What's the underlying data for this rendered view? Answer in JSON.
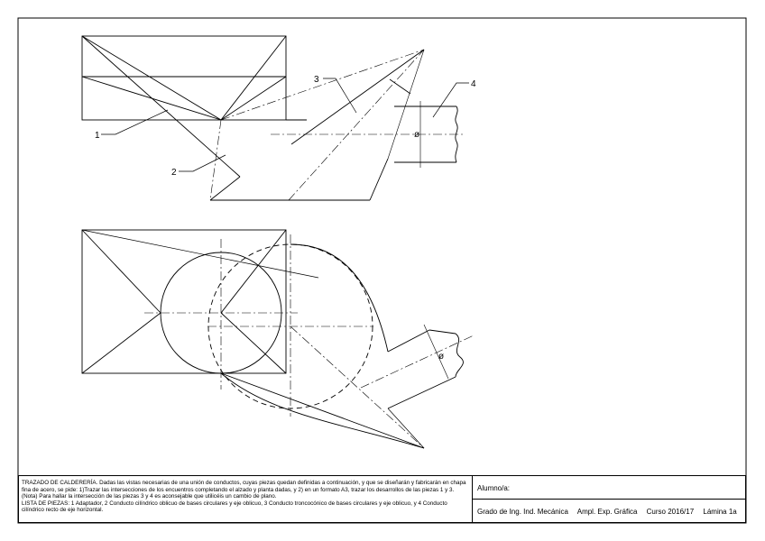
{
  "callouts": {
    "c1": "1",
    "c2": "2",
    "c3": "3",
    "c4": "4",
    "diameter_upper": "ø",
    "diameter_lower": "ø"
  },
  "title_block": {
    "statement_line_1": "TRAZADO DE CALDERERÍA. Dadas las vistas necesarias de una unión de conductos, cuyas piezas quedan definidas a continuación, y que se diseñarán y fabricarán en chapa fina de acero, se pide: 1)Trazar las intersecciones de los encuentros completando el alzado y planta dadas, y 2) en un formato A3, trazar los desarrollos de las piezas 1 y 3. (Nota) Para hallar la intersección de las piezas 3 y 4 es aconsejable que utilicéis un cambio de plano.",
    "statement_line_2": "LISTA DE PIEZAS: 1 Adaptador, 2 Conducto cilíndrico oblicuo de bases circulares y eje oblicuo, 3 Conducto troncocónico de bases circulares y eje oblicuo, y 4 Conducto cilíndrico recto de eje horizontal.",
    "student_label": "Alumno/a:",
    "degree": "Grado de Ing. Ind. Mecánica",
    "subject": "Ampl. Exp. Gráfica",
    "course": "Curso 2016/17",
    "sheet": "Lámina 1a"
  },
  "colors": {
    "line": "#000000",
    "background": "#ffffff"
  }
}
